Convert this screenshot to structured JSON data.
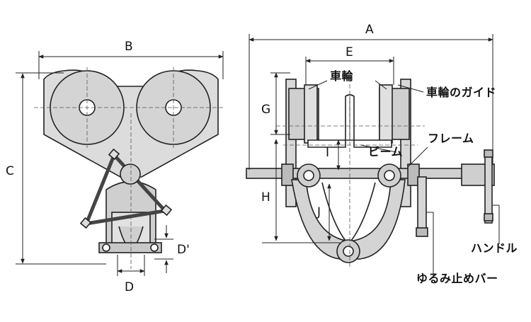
{
  "dimensions": {
    "A": "A",
    "B": "B",
    "C": "C",
    "D": "D",
    "D_prime": "D'",
    "E": "E",
    "G": "G",
    "H": "H",
    "I": "I",
    "J": "J"
  },
  "callouts": {
    "wheel": "車輪",
    "wheel_guide": "車輪のガイド",
    "frame": "フレーム",
    "beam": "ビーム",
    "handle": "ハンドル",
    "lock_bar": "ゆるみ止めバー"
  },
  "colors": {
    "fill": "#dcdcdc",
    "stroke": "#222222",
    "bg": "#ffffff"
  }
}
